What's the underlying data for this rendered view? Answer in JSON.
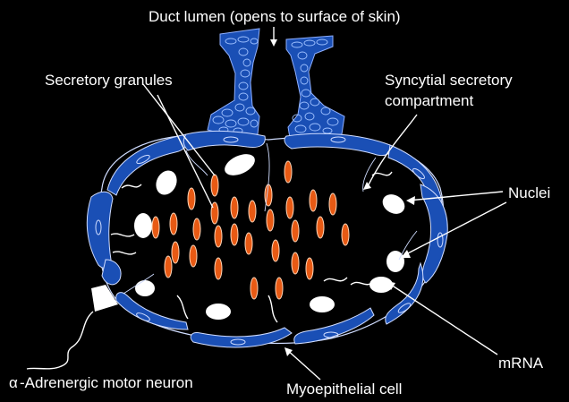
{
  "labels": {
    "duct_lumen": "Duct lumen (opens to surface of skin)",
    "secretory_granules": "Secretory granules",
    "syncytial_line1": "Syncytial secretory",
    "syncytial_line2": "compartment",
    "nuclei": "Nuclei",
    "mrna": "mRNA",
    "alpha_symbol": "α",
    "motor_neuron": "-Adrenergic motor neuron",
    "myoepithelial": "Myoepithelial cell"
  },
  "colors": {
    "background": "#000000",
    "myoepithelial_blue": "#1a4fb5",
    "nucleus_white": "#ffffff",
    "granule_orange": "#e85a14",
    "text": "#ffffff"
  }
}
